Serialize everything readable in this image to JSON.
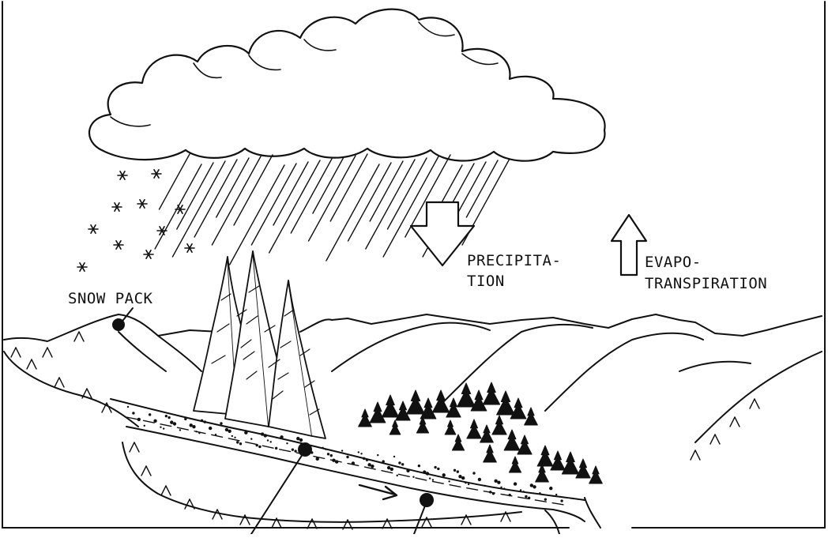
{
  "labels": {
    "snow_pack": "SNOW PACK",
    "precipitation_line1": "PRECIPITA-",
    "precipitation_line2": "TION",
    "evapotranspiration_line1": "EVAPO-",
    "evapotranspiration_line2": "TRANSPIRATION"
  },
  "colors": {
    "ink": "#111111",
    "paper": "#ffffff"
  },
  "icons": [
    "cloud-icon",
    "rain-streaks",
    "snowflake-icon",
    "down-arrow-icon",
    "up-arrow-icon",
    "fir-tree-icon",
    "stream-flow-arrow-icon"
  ]
}
